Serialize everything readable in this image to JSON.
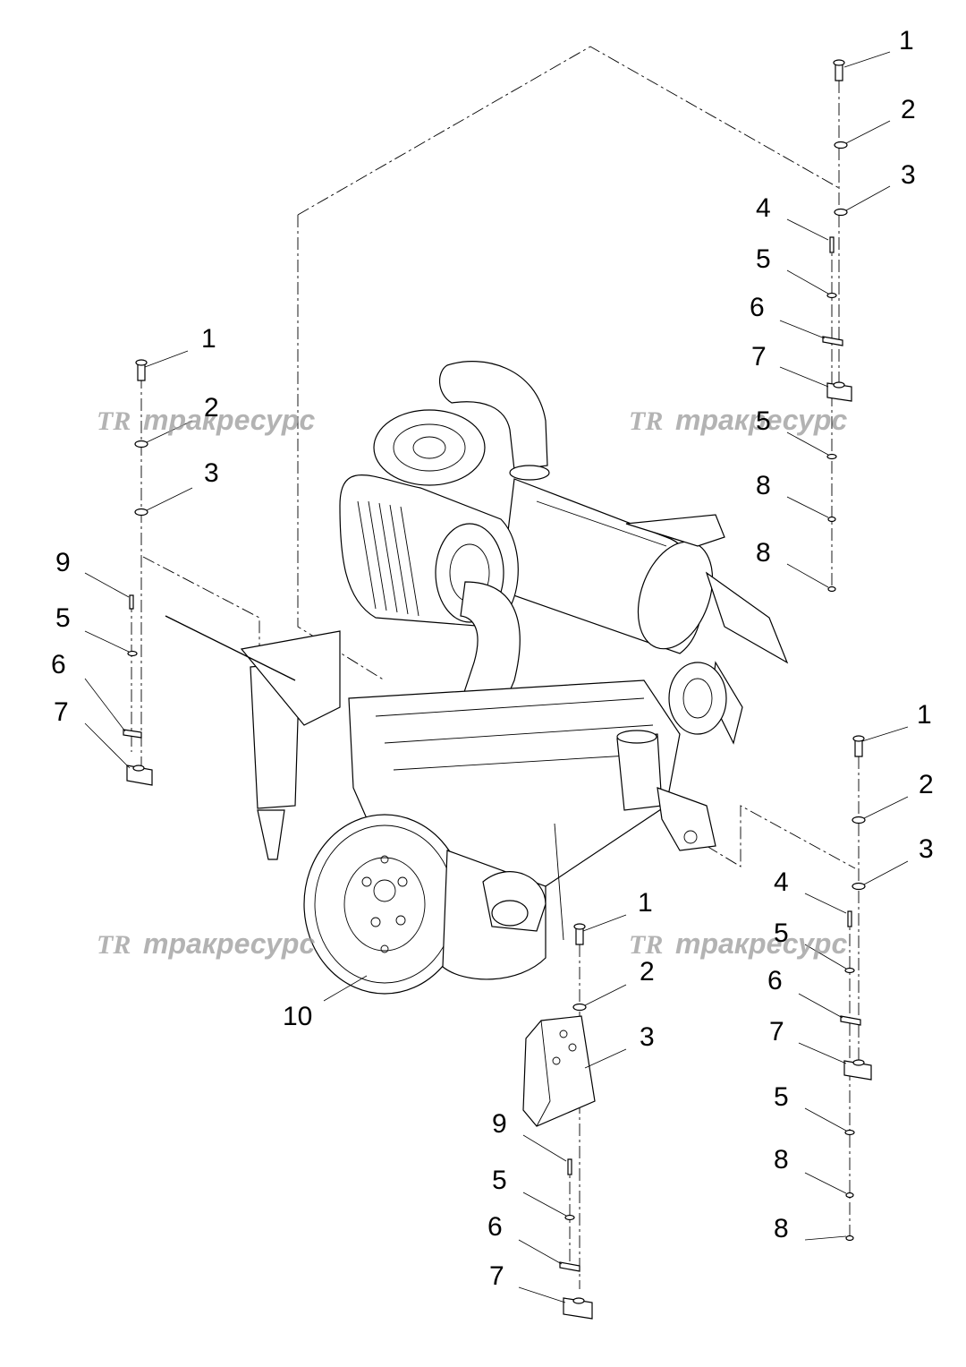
{
  "watermark": {
    "logo": "TR",
    "text": "тракресурс"
  },
  "callouts": {
    "g1": [
      "1",
      "2",
      "3",
      "4",
      "5",
      "6",
      "7",
      "5",
      "8",
      "8"
    ],
    "g2": [
      "1",
      "2",
      "3",
      "9",
      "5",
      "6",
      "7"
    ],
    "g3": [
      "1",
      "2",
      "3",
      "4",
      "5",
      "6",
      "7",
      "5",
      "8",
      "8"
    ],
    "g4": [
      "1",
      "2",
      "3",
      "9",
      "5",
      "6",
      "7"
    ],
    "engine": "10"
  },
  "colors": {
    "line": "#000000",
    "watermark": "#9a9a9a",
    "background": "#ffffff"
  }
}
